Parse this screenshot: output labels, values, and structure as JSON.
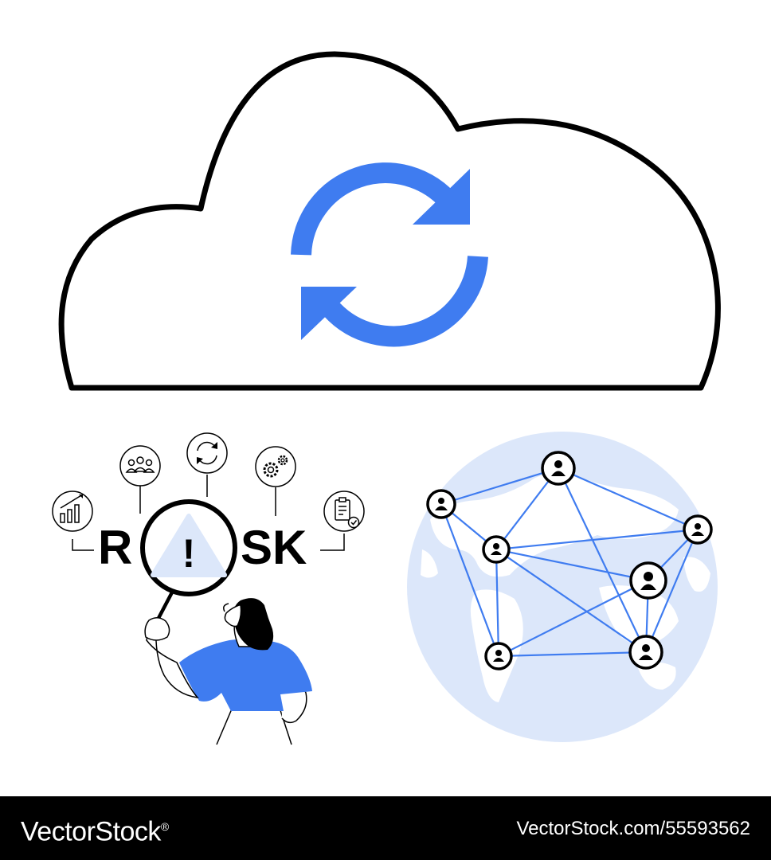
{
  "illustration": {
    "risk_text": {
      "left": "R",
      "right": "SK"
    },
    "warning_symbol": "!",
    "colors": {
      "accent_blue": "#3f7cf0",
      "globe_light_blue": "#dce7fa",
      "continent_white": "#ffffff",
      "outline_black": "#000000"
    },
    "icons": [
      "cloud-icon",
      "sync-arrows-icon",
      "bar-chart-icon",
      "team-icon",
      "refresh-icon",
      "gears-icon",
      "clipboard-check-icon",
      "magnifying-glass-icon",
      "warning-triangle-icon",
      "globe-icon",
      "user-node-icon"
    ]
  },
  "footer": {
    "brand": "VectorStock",
    "registered": "®",
    "image_id": "VectorStock.com/55593562"
  }
}
